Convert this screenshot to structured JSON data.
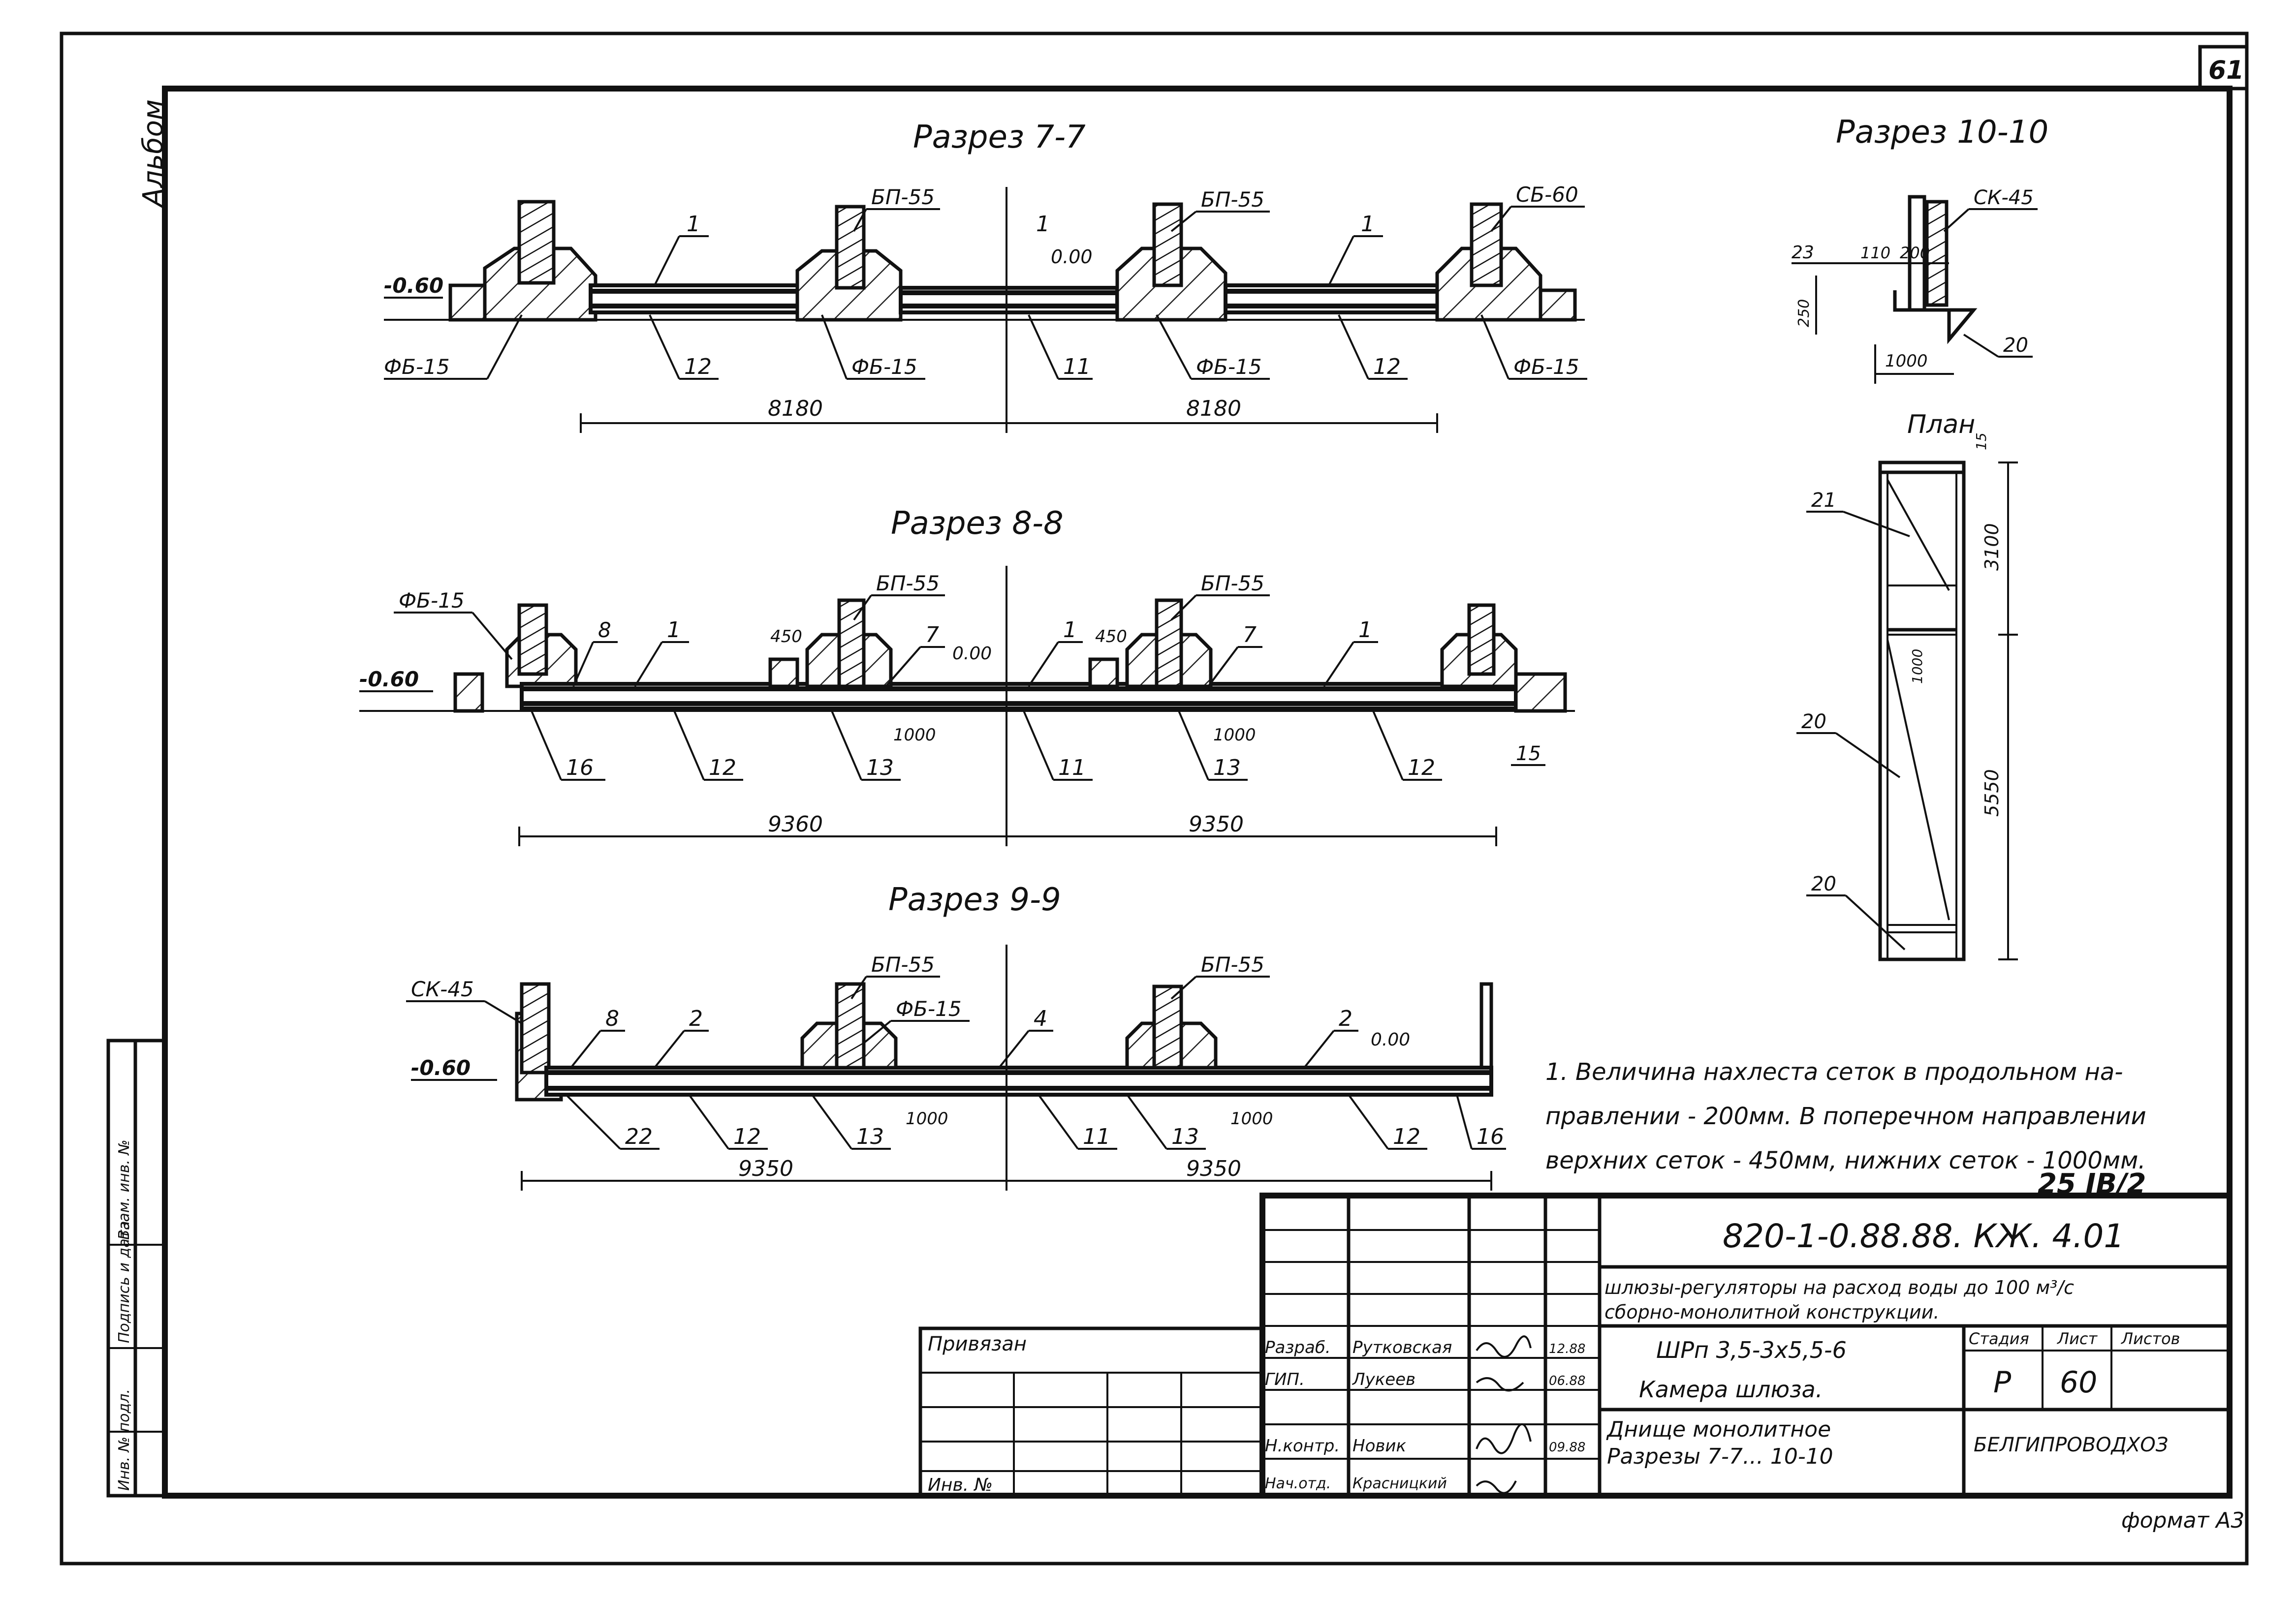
{
  "sheet": {
    "page_number": "61",
    "side_label": "Альбом",
    "format": "формат А3"
  },
  "section_7": {
    "title": "Разрез 7-7",
    "labels": {
      "fb_left": "ФБ-15",
      "bp_1": "БП-55",
      "bp_2": "БП-55",
      "sb_60": "СБ-60",
      "fb_mid": "ФБ-15",
      "fb_mid2": "ФБ-15",
      "fb_right": "ФБ-15",
      "level_left": "-0.60",
      "level_mid": "0.00",
      "pos_1a": "1",
      "pos_1b": "1",
      "pos_1c": "1",
      "pos_12a": "12",
      "pos_11": "11",
      "pos_12b": "12"
    },
    "dims": [
      "8180",
      "8180"
    ]
  },
  "section_8": {
    "title": "Разрез 8-8",
    "labels": {
      "fb_left": "ФБ-15",
      "bp_1": "БП-55",
      "bp_2": "БП-55",
      "level_left": "-0.60",
      "level_mid": "0.00",
      "d450a": "450",
      "d450b": "450",
      "d1000a": "1000",
      "d1000b": "1000",
      "pos_8": "8",
      "pos_1a": "1",
      "pos_7a": "7",
      "pos_1b": "1",
      "pos_7b": "7",
      "pos_1c": "1",
      "pos_16": "16",
      "pos_12a": "12",
      "pos_13a": "13",
      "pos_11": "11",
      "pos_13b": "13",
      "pos_12b": "12",
      "pos_15": "15"
    },
    "dims": [
      "9360",
      "9350"
    ]
  },
  "section_9": {
    "title": "Разрез 9-9",
    "labels": {
      "sk_45": "СК-45",
      "bp_1": "БП-55",
      "bp_2": "БП-55",
      "fb_15": "ФБ-15",
      "level_left": "-0.60",
      "level_mid": "0.00",
      "pos_8": "8",
      "pos_2a": "2",
      "pos_4": "4",
      "pos_2b": "2",
      "d1000a": "1000",
      "d1000b": "1000",
      "pos_22": "22",
      "pos_12a": "12",
      "pos_13a": "13",
      "pos_11": "11",
      "pos_13b": "13",
      "pos_12b": "12",
      "pos_16": "16"
    },
    "dims": [
      "9350",
      "9350"
    ]
  },
  "section_10": {
    "title": "Разрез 10-10",
    "labels": {
      "sk_45": "СК-45",
      "d23": "23",
      "d110": "110",
      "d200": "200",
      "d250": "250",
      "d1000": "1000",
      "pos_20": "20"
    }
  },
  "plan": {
    "title": "План",
    "labels": {
      "pos_21": "21",
      "pos_20a": "20",
      "pos_20b": "20",
      "d3100": "3100",
      "d5550": "5550",
      "d1000": "1000",
      "d15": "15"
    }
  },
  "notes": {
    "line1": "1. Величина нахлеста сеток в продольном на-",
    "line2": "правлении - 200мм. В поперечном направлении",
    "line3": "верхних сеток - 450мм, нижних сеток - 1000мм.",
    "stamp": "25 IB/2"
  },
  "title_block": {
    "code": "820-1-0.88.88. КЖ. 4.01",
    "desc_1": "шлюзы-регуляторы на расход воды до 100 м³/с",
    "desc_2": "сборно-монолитной конструкции.",
    "object": "ШРп 3,5-3х5,5-6",
    "object_2": "Камера шлюза.",
    "drawing_1": "Днище монолитное",
    "drawing_2": "Разрезы 7-7... 10-10",
    "org": "БЕЛГИПРОВОДХОЗ",
    "stage_head": "Стадия",
    "sheet_head": "Лист",
    "sheets_head": "Листов",
    "stage": "Р",
    "sheet": "60",
    "sheets": "",
    "privyazan": "Привязан",
    "inv": "Инв. №",
    "people": [
      {
        "role": "Разраб.",
        "name": "Рутковская",
        "date": "12.88"
      },
      {
        "role": "ГИП.",
        "name": "Лукеев",
        "date": "06.88"
      },
      {
        "role": "Н.контр.",
        "name": "Новик",
        "date": "09.88"
      },
      {
        "role": "Нач.отд.",
        "name": "Красницкий",
        "date": ""
      }
    ]
  },
  "left_stamp": {
    "col1": "Инв. № подл.",
    "col2": "Подпись и дата",
    "col3": "Взам. инв. №"
  }
}
